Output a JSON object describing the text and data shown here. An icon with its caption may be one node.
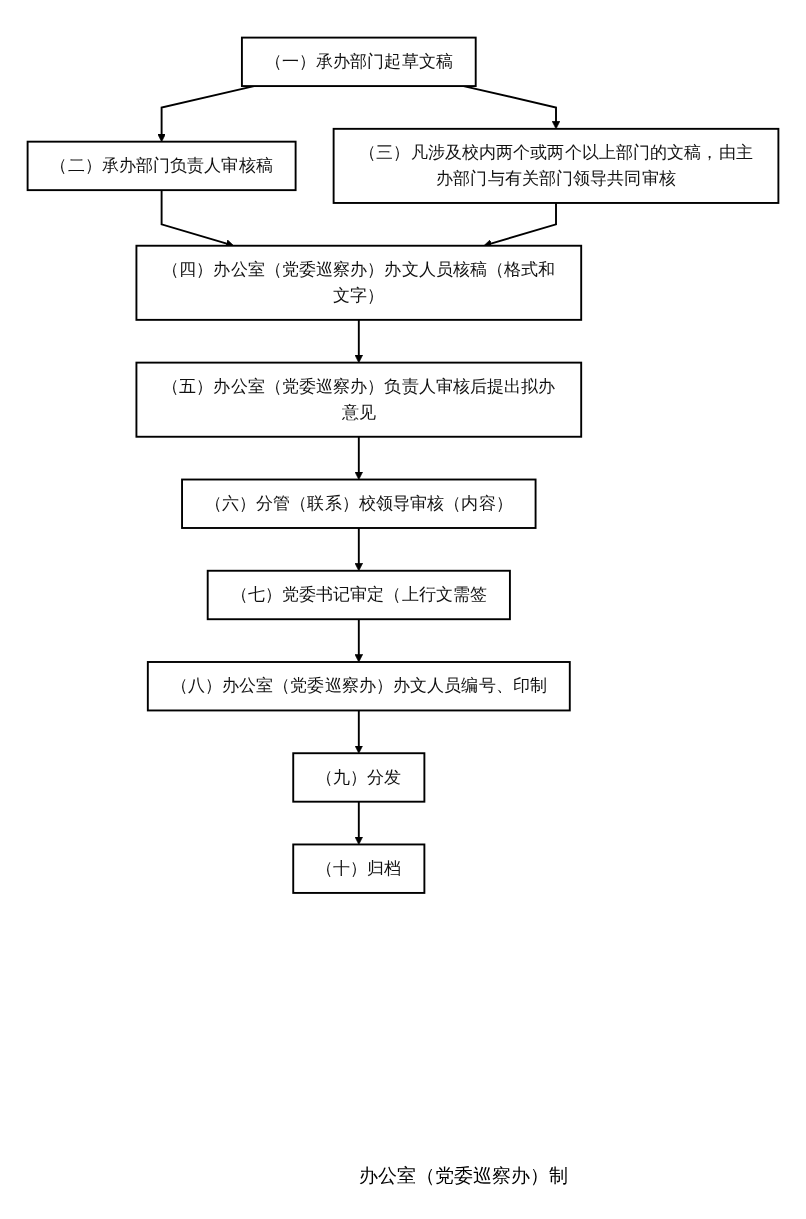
{
  "diagram": {
    "caption": "办公室（党委巡察办）制",
    "nodes": [
      {
        "text": [
          "（一）承办部门起草文稿"
        ]
      },
      {
        "text": [
          "（二）承办部门负责人审核稿"
        ]
      },
      {
        "text": [
          "（三）凡涉及校内两个或两个以上部门的文稿，由主办部门与有关部门领导共同审核"
        ]
      },
      {
        "text": [
          "（四）办公室（党委巡察办）办文人员核稿（格式和文字）"
        ]
      },
      {
        "text": [
          "（五）办公室（党委巡察办）负责人审核后提出拟办意见"
        ]
      },
      {
        "text": [
          "（六）分管（联系）校领导审核（内容）"
        ]
      },
      {
        "text": [
          "（七）党委书记审定（上行文需签"
        ]
      },
      {
        "text": [
          "（八）办公室（党委巡察办）办文人员编号、印制"
        ]
      },
      {
        "text": [
          "（九）分发"
        ]
      },
      {
        "text": [
          "（十）归档"
        ]
      }
    ],
    "edges": [
      {
        "from": 0,
        "to": 1,
        "arrow": "to"
      },
      {
        "from": 0,
        "to": 2,
        "arrow": "to"
      },
      {
        "from": 1,
        "to": 3,
        "arrow": "to"
      },
      {
        "from": 2,
        "to": 3,
        "arrow": "to"
      },
      {
        "from": 3,
        "to": 4,
        "arrow": "to"
      },
      {
        "from": 4,
        "to": 5,
        "arrow": "to"
      },
      {
        "from": 5,
        "to": 6,
        "arrow": "to"
      },
      {
        "from": 6,
        "to": 7,
        "arrow": "to"
      },
      {
        "from": 7,
        "to": 8,
        "arrow": "to"
      },
      {
        "from": 8,
        "to": 9,
        "arrow": "to"
      }
    ]
  }
}
